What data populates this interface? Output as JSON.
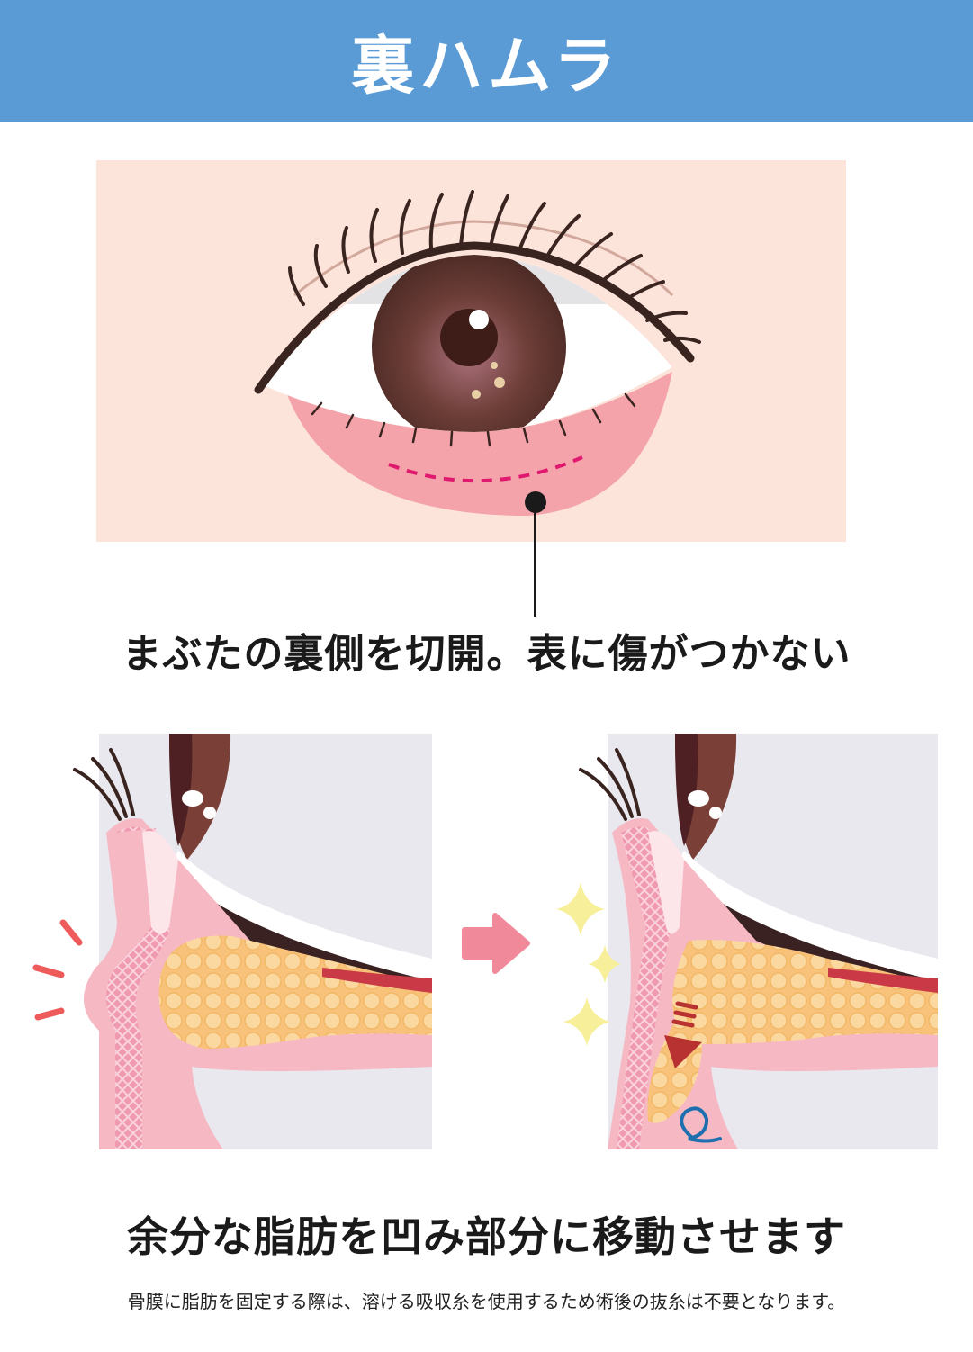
{
  "title": "裏ハムラ",
  "caption_incision": "まぶたの裏側を切開。表に傷がつかない",
  "caption_fat_move": "余分な脂肪を凹み部分に移動させます",
  "note": "骨膜に脂肪を固定する際は、溶ける吸収糸を使用するため術後の抜糸は不要となります。",
  "colors": {
    "header": "#5a9bd5",
    "skin_bg": "#fce4da",
    "lower_lid": "#f4a3ab",
    "incision_line": "#e0196e",
    "iris": "#5c342e",
    "fat": "#f8c27a",
    "arrow": "#f08a9b",
    "sparkle": "#f7ef9a",
    "suture": "#1e6fb0"
  },
  "icons": [
    "eye-illustration",
    "callout-dot",
    "sparkle-icon",
    "down-arrow-icon",
    "suture-loop-icon",
    "right-arrow-icon"
  ]
}
